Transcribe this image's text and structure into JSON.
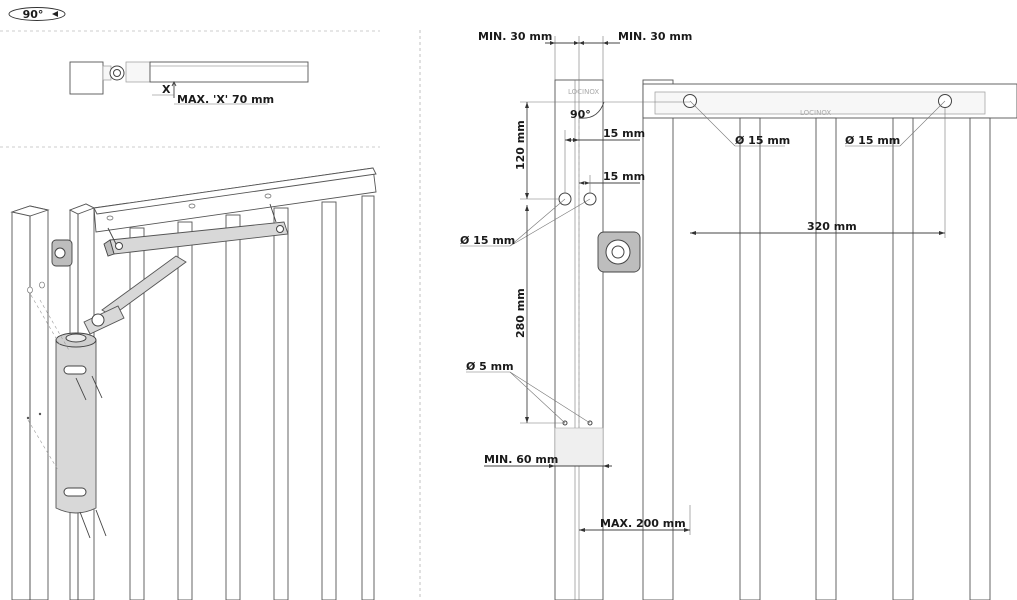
{
  "badge": {
    "label": "90°"
  },
  "top_detail": {
    "x_label": "X",
    "max_x_label": "MAX. 'X' 70 mm"
  },
  "right_view": {
    "min_left": "MIN. 30 mm",
    "min_right": "MIN. 30 mm",
    "angle": "90°",
    "dim_120": "120 mm",
    "dim_15a": "15 mm",
    "dim_15b": "15 mm",
    "hole_15_left": "Ø 15 mm",
    "dim_280": "280 mm",
    "hole_5": "Ø 5 mm",
    "min_60": "MIN. 60 mm",
    "max_200": "MAX. 200 mm",
    "hole_15_a": "Ø 15 mm",
    "hole_15_b": "Ø 15 mm",
    "dim_320": "320 mm"
  },
  "brand_ghost": "LOCINOX"
}
